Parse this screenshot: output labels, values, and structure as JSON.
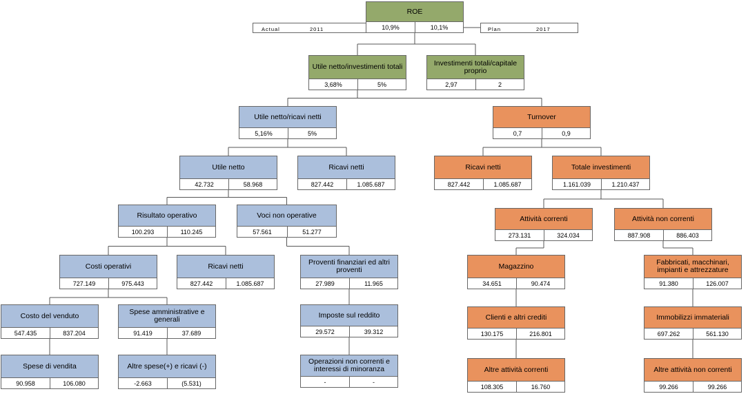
{
  "legend": {
    "actual_label": "Actual",
    "actual_year": "2011",
    "plan_label": "Plan",
    "plan_year": "2017"
  },
  "chart_data": {
    "type": "tree",
    "series": [
      {
        "name": "Actual",
        "year": "2011"
      },
      {
        "name": "Plan",
        "year": "2017"
      }
    ],
    "nodes": [
      {
        "id": "roe",
        "label": "ROE",
        "actual": "10,9%",
        "plan": "10,1%",
        "color": "#94a96b"
      },
      {
        "id": "utile-inv",
        "parent": "roe",
        "label": "Utile netto/investimenti totali",
        "actual": "3,68%",
        "plan": "5%",
        "color": "#94a96b"
      },
      {
        "id": "inv-cap",
        "parent": "roe",
        "label": "Investimenti totali/capitale proprio",
        "actual": "2,97",
        "plan": "2",
        "color": "#94a96b"
      },
      {
        "id": "utile-ricavi",
        "parent": "utile-inv",
        "label": "Utile netto/ricavi netti",
        "actual": "5,16%",
        "plan": "5%",
        "color": "#abbfdc"
      },
      {
        "id": "turnover",
        "parent": "utile-inv",
        "label": "Turnover",
        "actual": "0,7",
        "plan": "0,9",
        "color": "#e9925d"
      },
      {
        "id": "utile-netto",
        "parent": "utile-ricavi",
        "label": "Utile netto",
        "actual": "42.732",
        "plan": "58.968",
        "color": "#abbfdc"
      },
      {
        "id": "ricavi-netti-1",
        "parent": "utile-ricavi",
        "label": "Ricavi netti",
        "actual": "827.442",
        "plan": "1.085.687",
        "color": "#abbfdc"
      },
      {
        "id": "ricavi-netti-2",
        "parent": "turnover",
        "label": "Ricavi netti",
        "actual": "827.442",
        "plan": "1.085.687",
        "color": "#e9925d"
      },
      {
        "id": "totale-inv",
        "parent": "turnover",
        "label": "Totale investimenti",
        "actual": "1.161.039",
        "plan": "1.210.437",
        "color": "#e9925d"
      },
      {
        "id": "risultato-op",
        "parent": "utile-netto",
        "label": "Risultato operativo",
        "actual": "100.293",
        "plan": "110.245",
        "color": "#abbfdc"
      },
      {
        "id": "voci-non-op",
        "parent": "utile-netto",
        "label": "Voci non operative",
        "actual": "57.561",
        "plan": "51.277",
        "color": "#abbfdc"
      },
      {
        "id": "att-correnti",
        "parent": "totale-inv",
        "label": "Attività correnti",
        "actual": "273.131",
        "plan": "324.034",
        "color": "#e9925d"
      },
      {
        "id": "att-non-correnti",
        "parent": "totale-inv",
        "label": "Attività non correnti",
        "actual": "887.908",
        "plan": "886.403",
        "color": "#e9925d"
      },
      {
        "id": "costi-op",
        "parent": "risultato-op",
        "label": "Costi operativi",
        "actual": "727.149",
        "plan": "975.443",
        "color": "#abbfdc"
      },
      {
        "id": "ricavi-netti-3",
        "parent": "risultato-op",
        "label": "Ricavi netti",
        "actual": "827.442",
        "plan": "1.085.687",
        "color": "#abbfdc"
      },
      {
        "id": "proventi-fin",
        "parent": "voci-non-op",
        "label": "Proventi finanziari ed altri proventi",
        "actual": "27.989",
        "plan": "11.965",
        "color": "#abbfdc"
      },
      {
        "id": "imposte",
        "parent": "voci-non-op",
        "label": "Imposte sul reddito",
        "actual": "29.572",
        "plan": "39.312",
        "color": "#abbfdc"
      },
      {
        "id": "operazioni",
        "parent": "voci-non-op",
        "label": "Operazioni non correnti e interessi di minoranza",
        "actual": "-",
        "plan": "-",
        "color": "#abbfdc"
      },
      {
        "id": "magazzino",
        "parent": "att-correnti",
        "label": "Magazzino",
        "actual": "34.651",
        "plan": "90.474",
        "color": "#e9925d"
      },
      {
        "id": "clienti",
        "parent": "att-correnti",
        "label": "Clienti e altri crediti",
        "actual": "130.175",
        "plan": "216.801",
        "color": "#e9925d"
      },
      {
        "id": "altre-att-corr",
        "parent": "att-correnti",
        "label": "Altre attività correnti",
        "actual": "108.305",
        "plan": "16.760",
        "color": "#e9925d"
      },
      {
        "id": "fabbricati",
        "parent": "att-non-correnti",
        "label": "Fabbricati, macchinari, impianti e attrezzature",
        "actual": "91.380",
        "plan": "126.007",
        "color": "#e9925d"
      },
      {
        "id": "immobilizzi",
        "parent": "att-non-correnti",
        "label": "Immobilizzi immateriali",
        "actual": "697.262",
        "plan": "561.130",
        "color": "#e9925d"
      },
      {
        "id": "altre-att-non-corr",
        "parent": "att-non-correnti",
        "label": "Altre attività non correnti",
        "actual": "99.266",
        "plan": "99.266",
        "color": "#e9925d"
      },
      {
        "id": "costo-venduto",
        "parent": "costi-op",
        "label": "Costo del venduto",
        "actual": "547.435",
        "plan": "837.204",
        "color": "#abbfdc"
      },
      {
        "id": "spese-amm",
        "parent": "costi-op",
        "label": "Spese amministrative e generali",
        "actual": "91.419",
        "plan": "37.689",
        "color": "#abbfdc"
      },
      {
        "id": "spese-vendita",
        "parent": "costi-op",
        "label": "Spese di vendita",
        "actual": "90.958",
        "plan": "106.080",
        "color": "#abbfdc"
      },
      {
        "id": "altre-spese",
        "parent": "costi-op",
        "label": "Altre spese(+) e ricavi (-)",
        "actual": "-2.663",
        "plan": "(5.531)",
        "color": "#abbfdc"
      }
    ]
  }
}
